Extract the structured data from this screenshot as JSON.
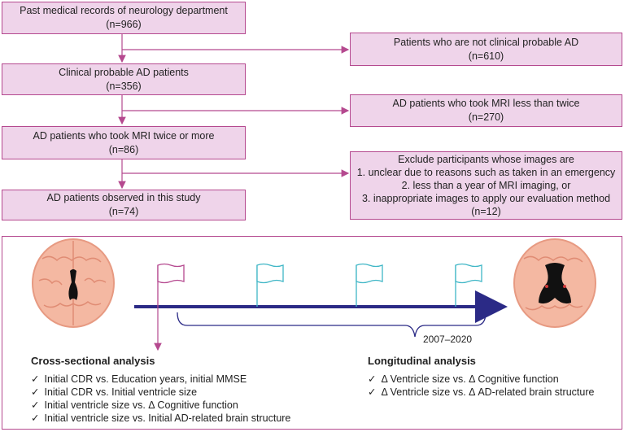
{
  "flow": {
    "left": [
      {
        "text": "Past medical records of neurology department",
        "n": "(n=966)"
      },
      {
        "text": "Clinical probable AD patients",
        "n": "(n=356)"
      },
      {
        "text": "AD patients who took MRI twice or more",
        "n": "(n=86)"
      },
      {
        "text": "AD patients observed in this study",
        "n": "(n=74)"
      }
    ],
    "right": [
      {
        "lines": [
          "Patients who are not clinical probable AD"
        ],
        "n": "(n=610)"
      },
      {
        "lines": [
          "AD patients who took MRI less than twice"
        ],
        "n": "(n=270)"
      },
      {
        "lines": [
          "Exclude participants whose images are",
          "1. unclear due to reasons such as taken in an emergency",
          "2. less than a year of MRI imaging, or",
          "3. inappropriate images to apply our evaluation method"
        ],
        "n": "(n=12)"
      }
    ]
  },
  "timeline": {
    "period": "2007–2020"
  },
  "cross_sectional": {
    "title": "Cross-sectional analysis",
    "items": [
      "Initial CDR vs. Education years, initial MMSE",
      "Initial CDR vs. Initial ventricle size",
      "Initial ventricle size vs. Δ Cognitive function",
      "Initial ventricle size vs. Initial AD-related brain structure"
    ]
  },
  "longitudinal": {
    "title": "Longitudinal analysis",
    "items": [
      "Δ Ventricle size vs. Δ Cognitive function",
      "Δ Ventricle size vs. Δ AD-related brain structure"
    ]
  },
  "colors": {
    "box_fill": "#efd4ea",
    "box_border": "#b5498f",
    "arrow_magenta": "#b5498f",
    "timeline": "#2b2a86",
    "flag_cyan": "#3fb6c6",
    "brain": "#f4b8a2"
  }
}
